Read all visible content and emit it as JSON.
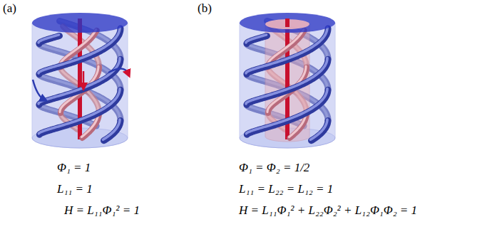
{
  "diagram": {
    "labels": [
      "(a)",
      "(b)",
      "Φ₁ = 1",
      "L₁₁ = 1",
      "H = L₁₁Φ₁² = 1",
      "Φ₁ = Φ₂ = 1/2",
      "L₁₁ = L₂₂ = L₁₂ = 1",
      "H = L₁₁Φ₁² + L₂₂Φ₂² + L₁₂Φ₁Φ₂ = 1"
    ]
  }
}
